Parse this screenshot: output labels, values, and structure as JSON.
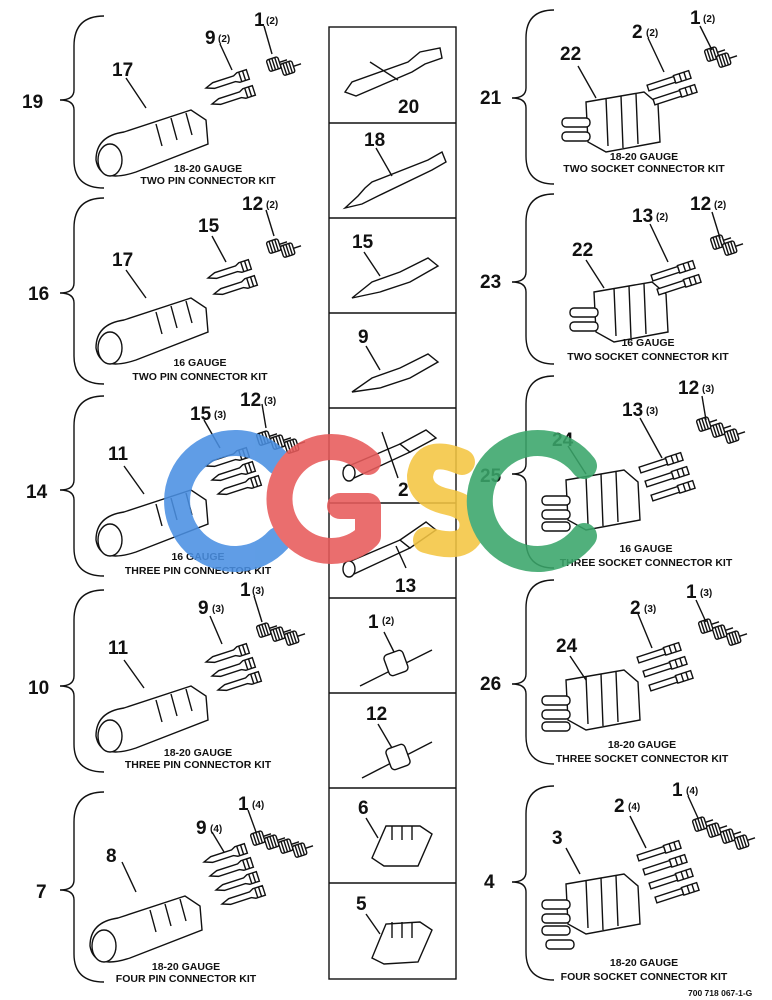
{
  "figure_id": "700 718 067-1-G",
  "watermark": {
    "letters": [
      "C",
      "G",
      "S",
      "C"
    ],
    "colors": [
      "#4a90e2",
      "#e85b5b",
      "#f4c542",
      "#3aa66a"
    ]
  },
  "left_kits": [
    {
      "id": "19",
      "body": "17",
      "part": "9",
      "part_qty": "(2)",
      "seal": "1",
      "seal_qty": "(2)",
      "caption1": "18-20 GAUGE",
      "caption2": "TWO PIN CONNECTOR KIT"
    },
    {
      "id": "16",
      "body": "17",
      "part": "15",
      "part_qty": "",
      "seal": "12",
      "seal_qty": "(2)",
      "caption1": "16 GAUGE",
      "caption2": "TWO PIN CONNECTOR KIT"
    },
    {
      "id": "14",
      "body": "11",
      "part": "15",
      "part_qty": "(3)",
      "seal": "12",
      "seal_qty": "(3)",
      "caption1": "16 GAUGE",
      "caption2": "THREE PIN CONNECTOR KIT"
    },
    {
      "id": "10",
      "body": "11",
      "part": "9",
      "part_qty": "(3)",
      "seal": "1",
      "seal_qty": "(3)",
      "caption1": "18-20 GAUGE",
      "caption2": "THREE PIN CONNECTOR KIT"
    },
    {
      "id": "7",
      "body": "8",
      "part": "9",
      "part_qty": "(4)",
      "seal": "1",
      "seal_qty": "(4)",
      "caption1": "18-20 GAUGE",
      "caption2": "FOUR PIN CONNECTOR KIT"
    }
  ],
  "right_kits": [
    {
      "id": "21",
      "body": "22",
      "part": "2",
      "part_qty": "(2)",
      "seal": "1",
      "seal_qty": "(2)",
      "caption1": "18-20 GAUGE",
      "caption2": "TWO SOCKET CONNECTOR KIT"
    },
    {
      "id": "23",
      "body": "22",
      "part": "13",
      "part_qty": "(2)",
      "seal": "12",
      "seal_qty": "(2)",
      "caption1": "16 GAUGE",
      "caption2": "TWO SOCKET CONNECTOR KIT"
    },
    {
      "id": "25",
      "body": "24",
      "part": "13",
      "part_qty": "(3)",
      "seal": "12",
      "seal_qty": "(3)",
      "caption1": "16 GAUGE",
      "caption2": "THREE SOCKET CONNECTOR KIT"
    },
    {
      "id": "26",
      "body": "24",
      "part": "2",
      "part_qty": "(3)",
      "seal": "1",
      "seal_qty": "(3)",
      "caption1": "18-20 GAUGE",
      "caption2": "THREE SOCKET CONNECTOR KIT"
    },
    {
      "id": "4",
      "body": "3",
      "part": "2",
      "part_qty": "(4)",
      "seal": "1",
      "seal_qty": "(4)",
      "caption1": "18-20 GAUGE",
      "caption2": "FOUR SOCKET CONNECTOR KIT"
    }
  ],
  "center_parts": [
    {
      "num": "20",
      "qty": ""
    },
    {
      "num": "18",
      "qty": ""
    },
    {
      "num": "15",
      "qty": ""
    },
    {
      "num": "9",
      "qty": ""
    },
    {
      "num": "2",
      "qty": ""
    },
    {
      "num": "13",
      "qty": ""
    },
    {
      "num": "1",
      "qty": "(2)"
    },
    {
      "num": "12",
      "qty": ""
    },
    {
      "num": "6",
      "qty": ""
    },
    {
      "num": "5",
      "qty": ""
    }
  ]
}
